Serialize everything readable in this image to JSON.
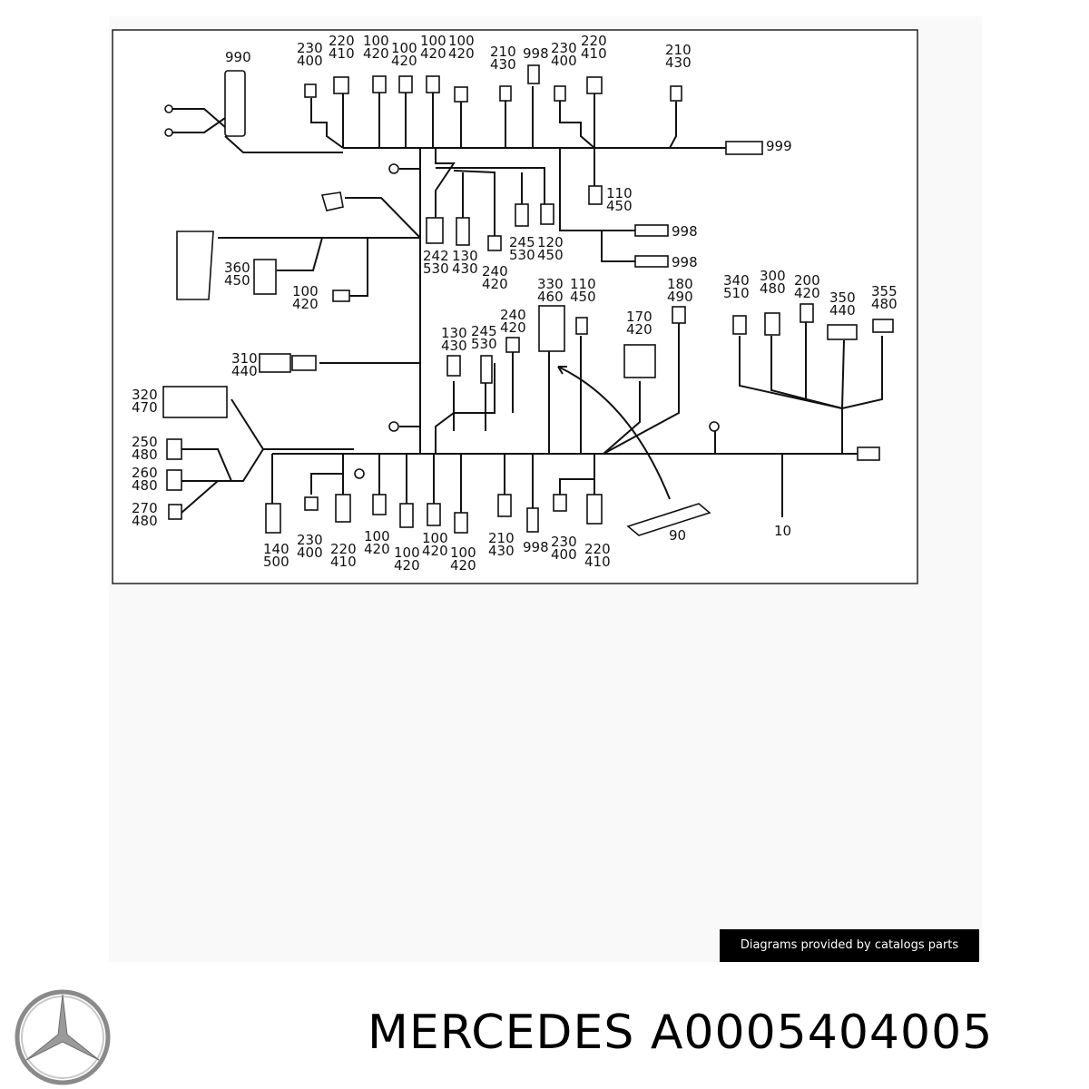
{
  "diagram": {
    "parts": [
      {
        "id": "p990",
        "text": "990"
      },
      {
        "id": "pt1",
        "text": "230\n400"
      },
      {
        "id": "pt2",
        "text": "220\n410"
      },
      {
        "id": "pt3",
        "text": "100\n420"
      },
      {
        "id": "pt4",
        "text": "100\n420"
      },
      {
        "id": "pt5",
        "text": "100\n420"
      },
      {
        "id": "pt6",
        "text": "100\n420"
      },
      {
        "id": "pt7",
        "text": "210\n430"
      },
      {
        "id": "pt8",
        "text": "998"
      },
      {
        "id": "pt9",
        "text": "230\n400"
      },
      {
        "id": "pt10",
        "text": "220\n410"
      },
      {
        "id": "pt11",
        "text": "210\n430"
      },
      {
        "id": "p999",
        "text": "999"
      },
      {
        "id": "p110a",
        "text": "110\n450"
      },
      {
        "id": "p998a",
        "text": "998"
      },
      {
        "id": "p998b",
        "text": "998"
      },
      {
        "id": "p242",
        "text": "242\n530"
      },
      {
        "id": "p130a",
        "text": "130\n430"
      },
      {
        "id": "p240a",
        "text": "240\n420"
      },
      {
        "id": "p245a",
        "text": "245\n530"
      },
      {
        "id": "p120",
        "text": "120\n450"
      },
      {
        "id": "p360",
        "text": "360\n450"
      },
      {
        "id": "p100a",
        "text": "100\n420"
      },
      {
        "id": "p310",
        "text": "310\n440"
      },
      {
        "id": "p330",
        "text": "330\n460"
      },
      {
        "id": "p110b",
        "text": "110\n450"
      },
      {
        "id": "p180",
        "text": "180\n490"
      },
      {
        "id": "p170",
        "text": "170\n420"
      },
      {
        "id": "p240b",
        "text": "240\n420"
      },
      {
        "id": "p245b",
        "text": "245\n530"
      },
      {
        "id": "p130b",
        "text": "130\n430"
      },
      {
        "id": "p340",
        "text": "340\n510"
      },
      {
        "id": "p300",
        "text": "300\n480"
      },
      {
        "id": "p200",
        "text": "200\n420"
      },
      {
        "id": "p350",
        "text": "350\n440"
      },
      {
        "id": "p355",
        "text": "355\n480"
      },
      {
        "id": "p320",
        "text": "320\n470"
      },
      {
        "id": "p250",
        "text": "250\n480"
      },
      {
        "id": "p260",
        "text": "260\n480"
      },
      {
        "id": "p270",
        "text": "270\n480"
      },
      {
        "id": "pb1",
        "text": "140\n500"
      },
      {
        "id": "pb2",
        "text": "230\n400"
      },
      {
        "id": "pb3",
        "text": "220\n410"
      },
      {
        "id": "pb4",
        "text": "100\n420"
      },
      {
        "id": "pb5",
        "text": "100\n420"
      },
      {
        "id": "pb6",
        "text": "100\n420"
      },
      {
        "id": "pb7",
        "text": "100\n420"
      },
      {
        "id": "pb8",
        "text": "210\n430"
      },
      {
        "id": "pb9",
        "text": "998"
      },
      {
        "id": "pb10",
        "text": "230\n400"
      },
      {
        "id": "pb11",
        "text": "220\n410"
      },
      {
        "id": "p90",
        "text": "90"
      },
      {
        "id": "p10",
        "text": "10"
      }
    ]
  },
  "credit": "Diagrams provided by catalogs parts",
  "title": "MERCEDES A0005404005",
  "logo_icon": "mercedes-star-icon"
}
